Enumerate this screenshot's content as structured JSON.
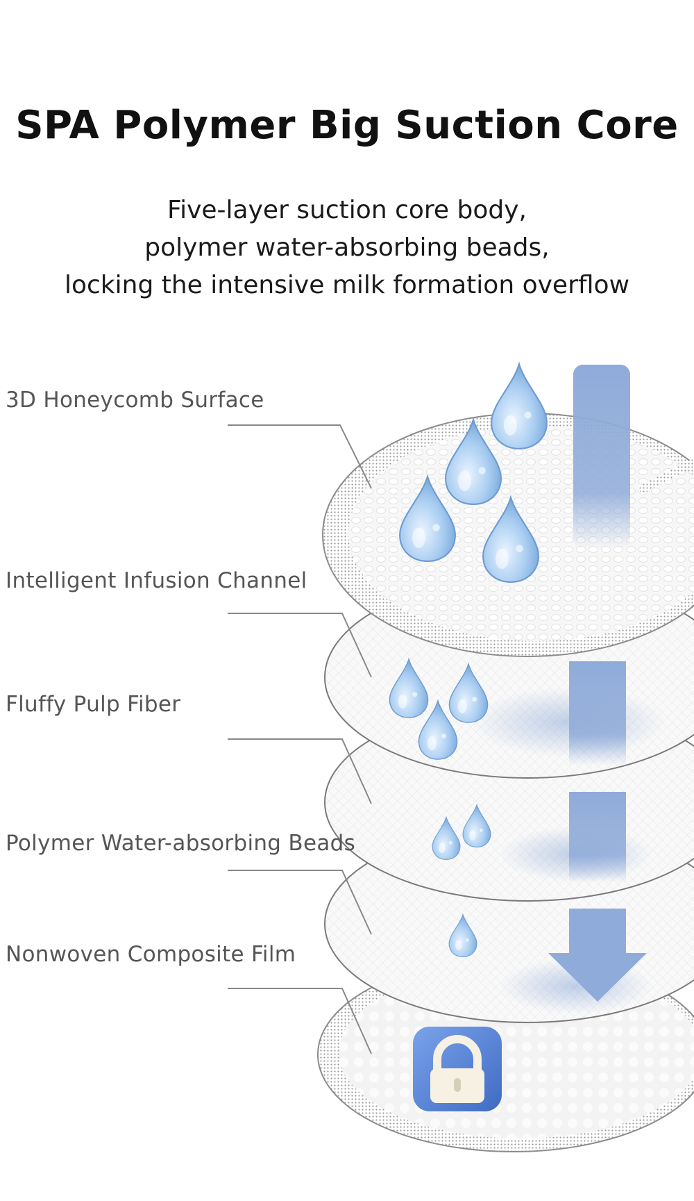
{
  "title": "SPA Polymer Big Suction Core",
  "subtitle": {
    "line1": "Five-layer suction core body,",
    "line2": "polymer water-absorbing beads,",
    "line3": "locking the intensive milk formation overflow"
  },
  "layers": [
    {
      "label": "3D Honeycomb Surface"
    },
    {
      "label": "Intelligent Infusion Channel"
    },
    {
      "label": "Fluffy Pulp Fiber"
    },
    {
      "label": "Polymer Water-absorbing Beads"
    },
    {
      "label": "Nonwoven Composite Film"
    }
  ],
  "colors": {
    "arrow": "#8fabd9",
    "drop": "#9cc3ec",
    "lock_badge": "#4f7fd4",
    "lock_body": "#f6f1e2",
    "leader_line": "#888888"
  },
  "icons": [
    "water-drop-icon",
    "down-arrow-icon",
    "lock-icon"
  ]
}
